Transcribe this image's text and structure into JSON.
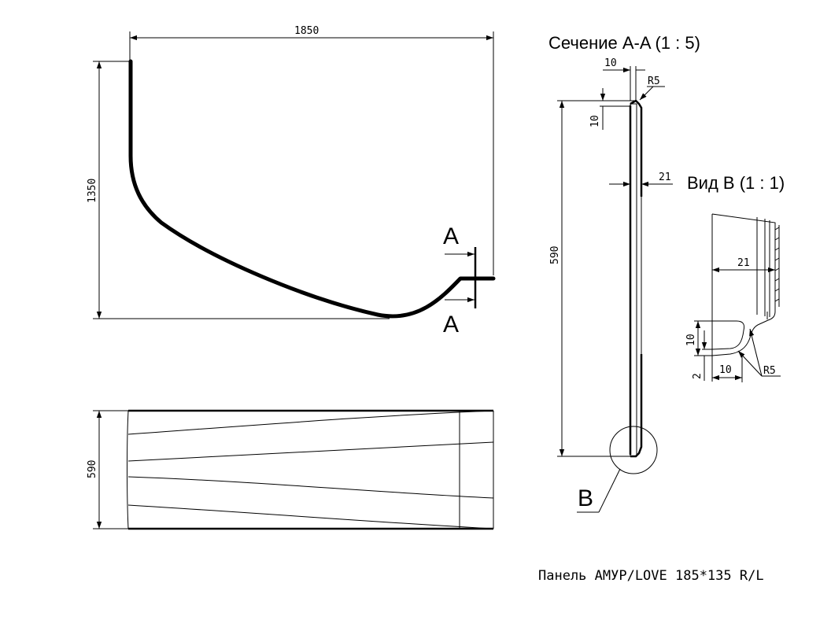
{
  "views": {
    "front": {
      "dim_width": "1850",
      "dim_height": "1350",
      "section_mark_top": "A",
      "section_mark_bottom": "A"
    },
    "plan": {
      "dim_height": "590"
    },
    "section": {
      "title": "Сечение A-A (1 : 5)",
      "dim_top_width": "10",
      "dim_top_height": "10",
      "dim_radius": "R5",
      "dim_thickness": "21",
      "dim_height": "590",
      "detail_label": "B"
    },
    "detail": {
      "title": "Вид В (1 : 1)",
      "dim_thickness": "21",
      "dim_flange_height": "10",
      "dim_offset": "2",
      "dim_flange_width": "10",
      "dim_radius": "R5"
    }
  },
  "title_block": {
    "caption": "Панель АМУР/LOVE 185*135 R/L"
  }
}
